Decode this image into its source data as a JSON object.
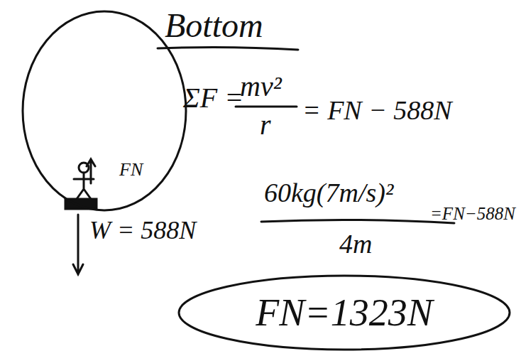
{
  "diagram": {
    "title": "Bottom",
    "nodes": [
      {
        "text": [
          "FN"
        ]
      },
      {
        "text": [
          "FN=1323N"
        ]
      }
    ],
    "labels": [
      "ΣF =",
      "mv²",
      "r",
      "= FN − 588N",
      "W = 588N",
      "60kg(7m/s)²",
      "4m",
      "=FN−588N"
    ]
  }
}
